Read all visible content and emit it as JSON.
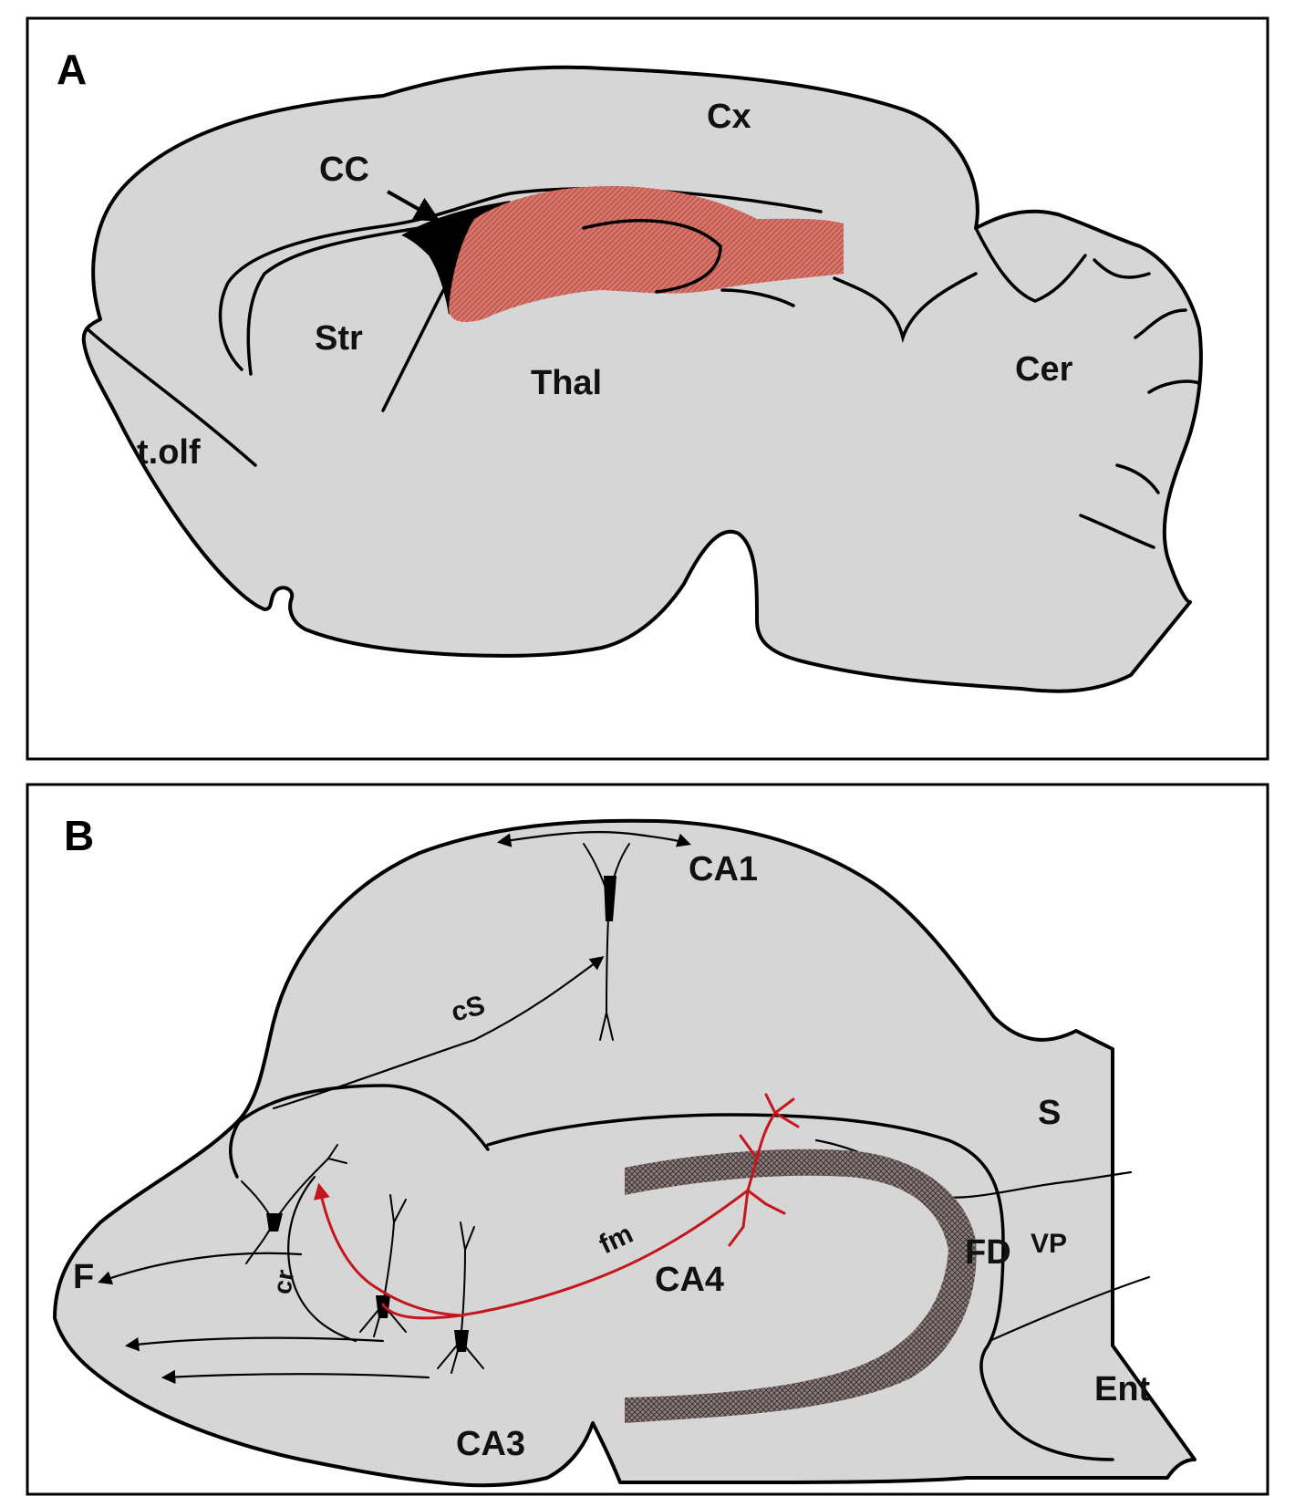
{
  "panel_a": {
    "letter": "A",
    "labels": {
      "cx": "Cx",
      "cc": "CC",
      "str": "Str",
      "thal": "Thal",
      "cer": "Cer",
      "tolf": "t.olf"
    }
  },
  "panel_b": {
    "letter": "B",
    "labels": {
      "ca1": "CA1",
      "cs": "cS",
      "s": "S",
      "fd": "FD",
      "vp": "VP",
      "fm": "fm",
      "ca4": "CA4",
      "cr": "cr",
      "f": "F",
      "ca3": "CA3",
      "ent": "Ent"
    }
  },
  "colors": {
    "tissue": "#d6d6d6",
    "hippocampus_highlight": "#d9756b",
    "mossy_fiber": "#c4161c",
    "outline": "#000000"
  }
}
